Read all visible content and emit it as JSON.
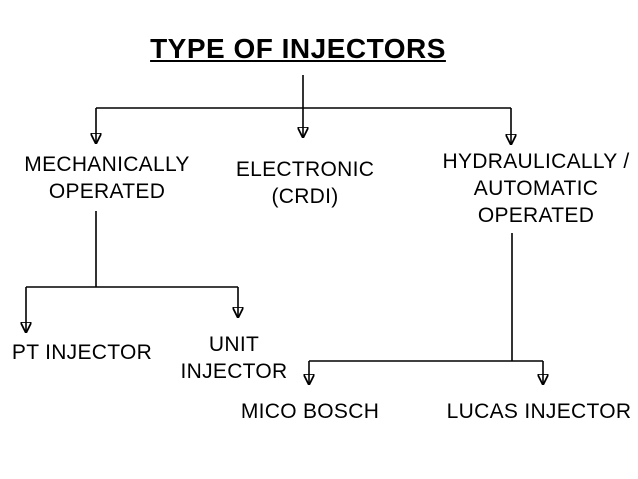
{
  "title": "TYPE OF INJECTORS",
  "branches": [
    {
      "id": "mechanically-operated",
      "label": "MECHANICALLY\nOPERATED"
    },
    {
      "id": "electronic-crdi",
      "label": "ELECTRONIC\n(CRDI)"
    },
    {
      "id": "hydraulically-automatic-operated",
      "label": "HYDRAULICALLY /\nAUTOMATIC\nOPERATED"
    }
  ],
  "leaves": [
    {
      "id": "pt-injector",
      "label": "PT INJECTOR",
      "parent": "mechanically-operated"
    },
    {
      "id": "unit-injector",
      "label": "UNIT\nINJECTOR",
      "parent": "mechanically-operated"
    },
    {
      "id": "mico-bosch",
      "label": "MICO BOSCH",
      "parent": "hydraulically-automatic-operated"
    },
    {
      "id": "lucas-injector",
      "label": "LUCAS INJECTOR",
      "parent": "hydraulically-automatic-operated"
    }
  ],
  "colors": {
    "line": "#000000",
    "text": "#000000",
    "background": "#ffffff"
  }
}
